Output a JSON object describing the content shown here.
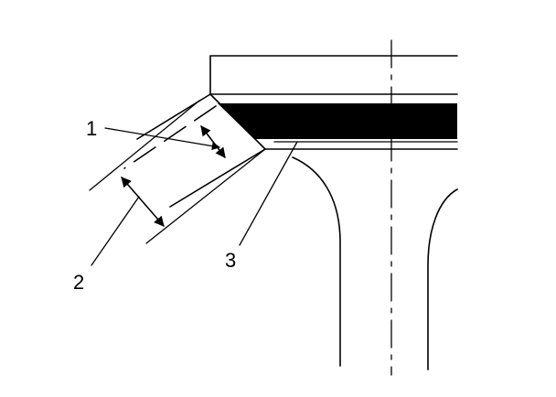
{
  "diagram": {
    "callouts": [
      {
        "id": "callout-1",
        "text": "1"
      },
      {
        "id": "callout-2",
        "text": "2"
      },
      {
        "id": "callout-3",
        "text": "3"
      }
    ],
    "colors": {
      "ink": "#000000",
      "paper": "#ffffff"
    }
  }
}
